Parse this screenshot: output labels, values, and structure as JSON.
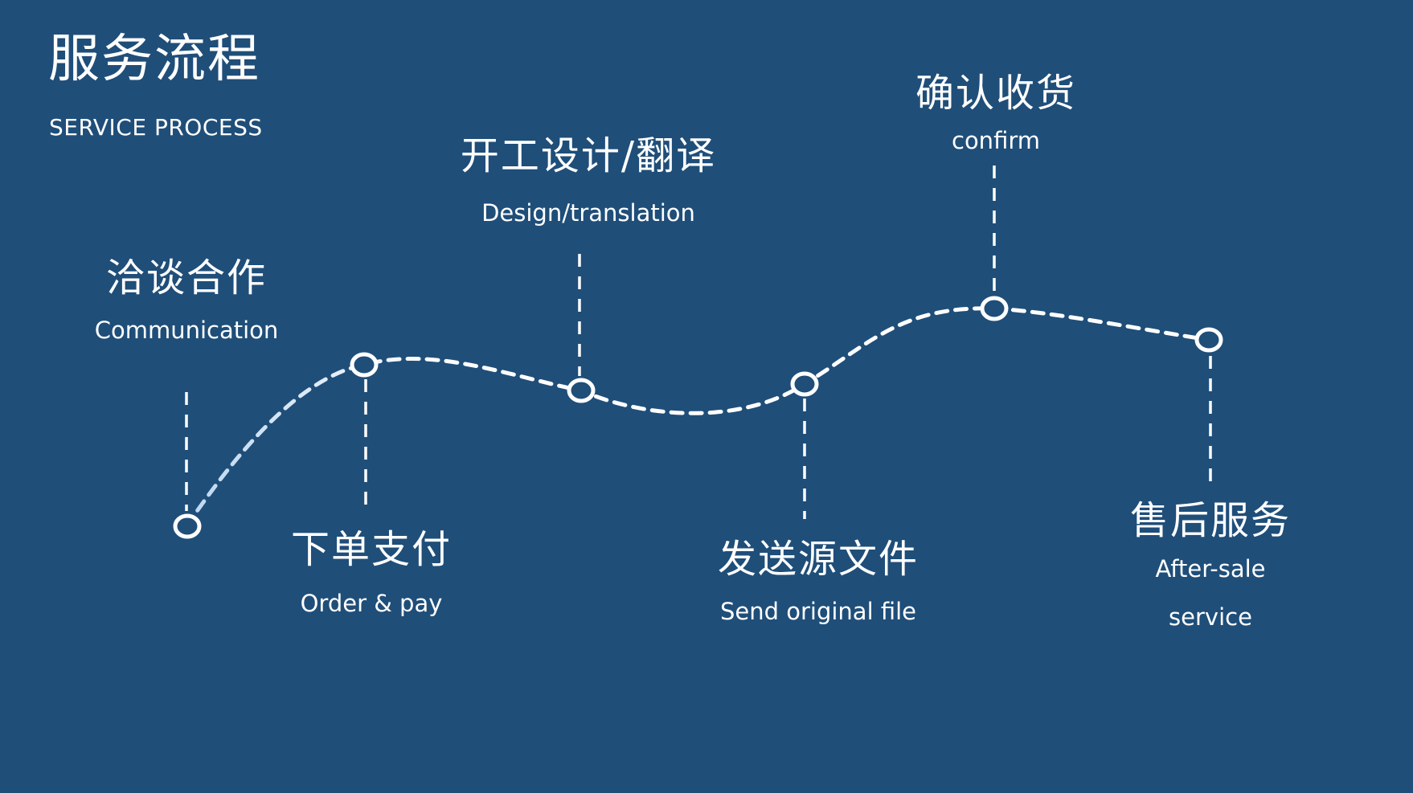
{
  "title": {
    "zh": "服务流程",
    "en": "SERVICE PROCESS"
  },
  "steps": [
    {
      "zh": "洽谈合作",
      "en": "Communication"
    },
    {
      "zh": "下单支付",
      "en": "Order & pay"
    },
    {
      "zh": "开工设计/翻译",
      "en": "Design/translation"
    },
    {
      "zh": "发送源文件",
      "en": "Send original file"
    },
    {
      "zh": "确认收货",
      "en": "confirm"
    },
    {
      "zh": "售后服务",
      "en": "After-sale service"
    }
  ],
  "colors": {
    "background": "#1f4e79",
    "text": "#ffffff",
    "path_start": "#bcd6f0",
    "path_end": "#ffffff"
  }
}
